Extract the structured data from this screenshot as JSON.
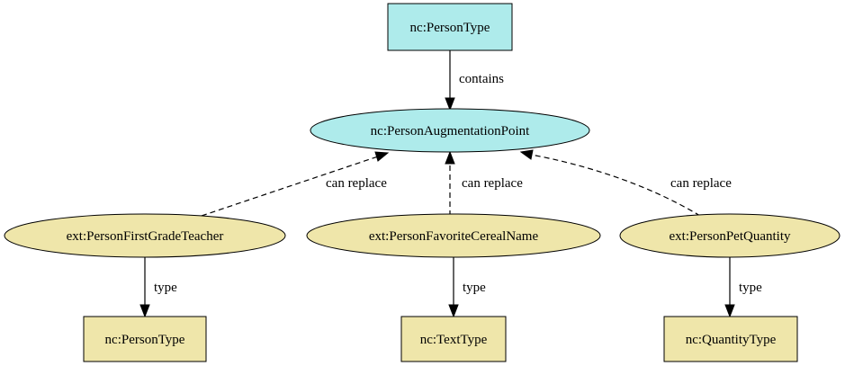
{
  "colors": {
    "top_fill": "#aeebeb",
    "bottom_fill": "#efe6aa",
    "stroke": "#000000"
  },
  "nodes": {
    "person_type_top": "nc:PersonType",
    "augmentation_point": "nc:PersonAugmentationPoint",
    "first_grade_teacher": "ext:PersonFirstGradeTeacher",
    "favorite_cereal_name": "ext:PersonFavoriteCerealName",
    "pet_quantity": "ext:PersonPetQuantity",
    "person_type_bottom": "nc:PersonType",
    "text_type": "nc:TextType",
    "quantity_type": "nc:QuantityType"
  },
  "edges": {
    "contains": "contains",
    "can_replace_1": "can replace",
    "can_replace_2": "can replace",
    "can_replace_3": "can replace",
    "type_1": "type",
    "type_2": "type",
    "type_3": "type"
  }
}
